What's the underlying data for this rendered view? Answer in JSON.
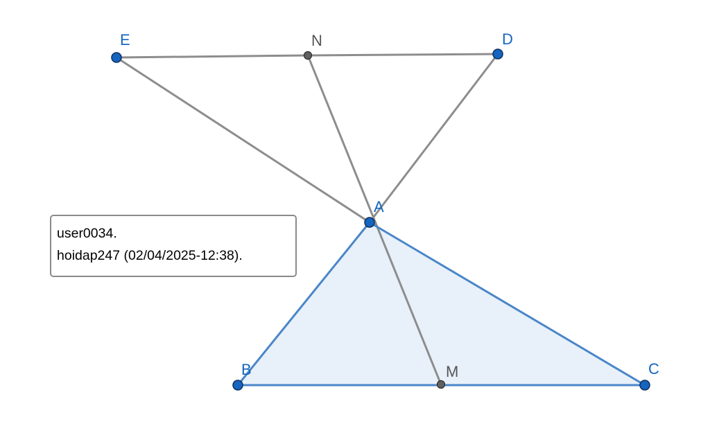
{
  "colors": {
    "free_point": "#1565c0",
    "dependent_point": "#616161",
    "segment_gray": "#8d8d8d",
    "triangle_edge": "#4a86c8",
    "triangle_fill": "#e8f0f9",
    "label_blue": "#1565c0",
    "label_gray": "#555555"
  },
  "points": {
    "E": {
      "label": "E"
    },
    "N": {
      "label": "N"
    },
    "D": {
      "label": "D"
    },
    "A": {
      "label": "A"
    },
    "B": {
      "label": "B"
    },
    "M": {
      "label": "M"
    },
    "C": {
      "label": "C"
    }
  },
  "caption": {
    "line1": "user0034.",
    "line2": "hoidap247 (02/04/2025-12:38)."
  }
}
